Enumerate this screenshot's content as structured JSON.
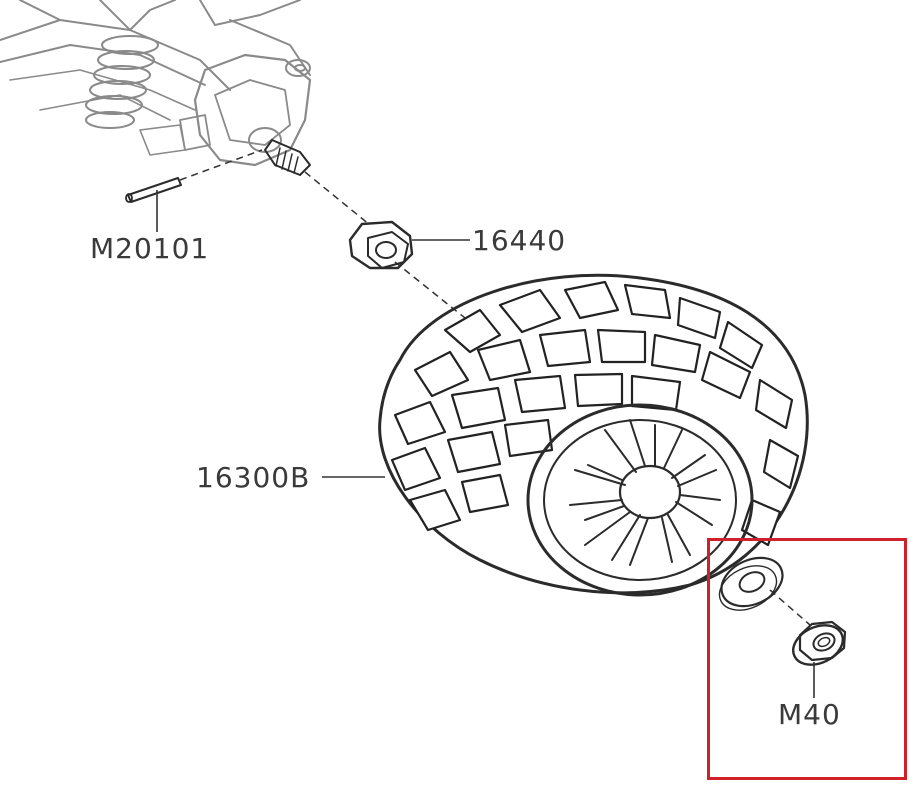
{
  "parts": [
    {
      "id": "hinge-pin",
      "label": "M20101"
    },
    {
      "id": "wheel-hex",
      "label": "16440"
    },
    {
      "id": "wheel-tire",
      "label": "16300B"
    },
    {
      "id": "flange-nut",
      "label": "M40"
    }
  ],
  "colors": {
    "line_art": "#2b2b2b",
    "faded_line_art": "#8a8a8a",
    "label_text": "#3a3a3a",
    "highlight": "#d0202a"
  }
}
